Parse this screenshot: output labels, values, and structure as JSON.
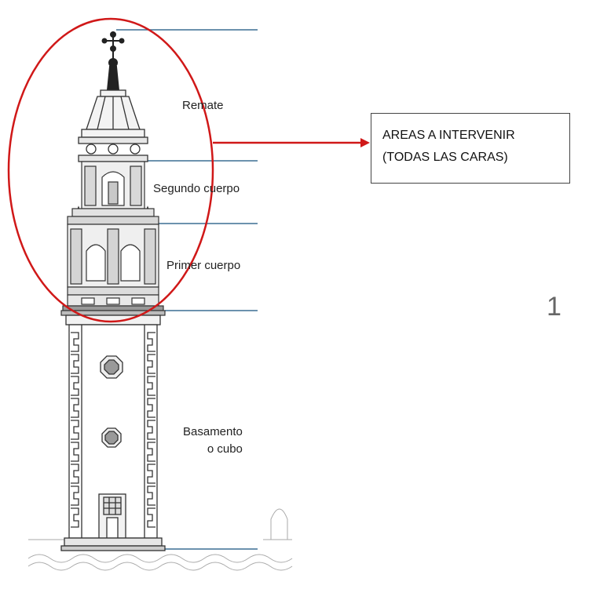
{
  "labels": {
    "remate": "Remate",
    "segundo_cuerpo": "Segundo cuerpo",
    "primer_cuerpo": "Primer cuerpo",
    "basamento_line1": "Basamento",
    "basamento_line2": "o cubo"
  },
  "callout": {
    "line1": "AREAS A INTERVENIR",
    "line2": "(TODAS LAS CARAS)"
  },
  "page_number": "1",
  "colors": {
    "highlight": "#d01818",
    "level_lines": "#3b6e93",
    "drawing": "#333333"
  }
}
